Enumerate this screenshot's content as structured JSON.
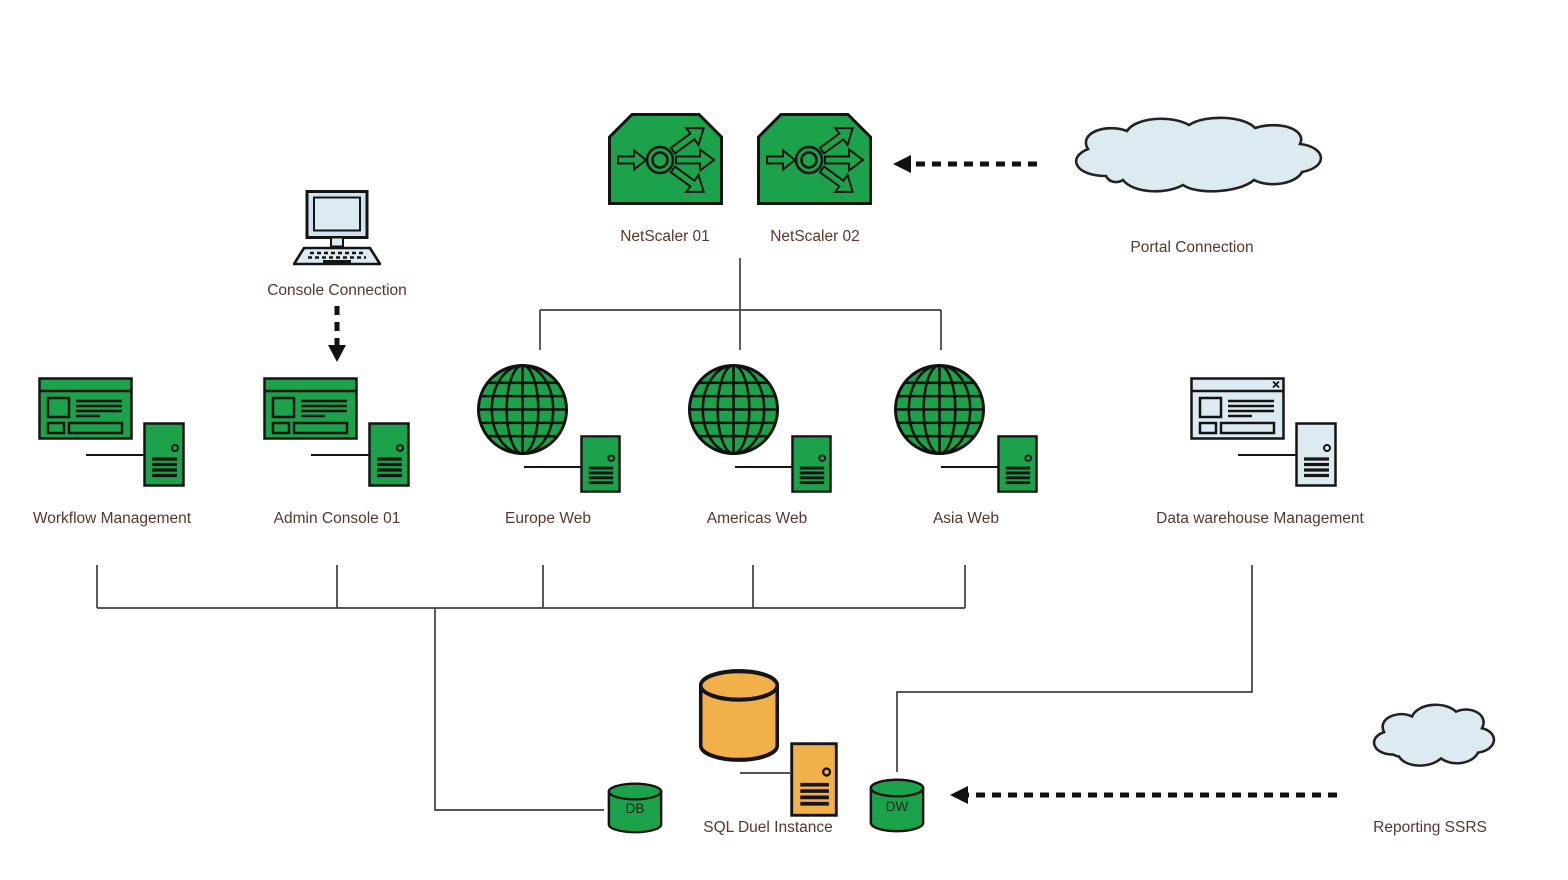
{
  "diagram": {
    "background": "#ffffff",
    "colors": {
      "node_green": "#1ba24a",
      "node_orange": "#f2b04a",
      "node_light_blue": "#dcebf2",
      "label_text": "#5a362b",
      "connector_line": "#3f3f3f",
      "dashed_arrow": "#111111"
    },
    "nodes": {
      "netscaler01": {
        "label": "NetScaler 01",
        "icon": "load-balancer-icon"
      },
      "netscaler02": {
        "label": "NetScaler 02",
        "icon": "load-balancer-icon"
      },
      "portal": {
        "label": "Portal Connection",
        "icon": "cloud-icon"
      },
      "console": {
        "label": "Console Connection",
        "icon": "workstation-icon"
      },
      "workflow": {
        "label": "Workflow Management",
        "icon": "app-window-server-icon"
      },
      "admin": {
        "label": "Admin Console 01",
        "icon": "app-window-server-icon"
      },
      "europe": {
        "label": "Europe Web",
        "icon": "globe-server-icon"
      },
      "americas": {
        "label": "Americas Web",
        "icon": "globe-server-icon"
      },
      "asia": {
        "label": "Asia Web",
        "icon": "globe-server-icon"
      },
      "dwm": {
        "label": "Data warehouse Management",
        "icon": "app-window-server-icon"
      },
      "sql": {
        "label": "SQL Duel Instance",
        "icon": "database-server-icon"
      },
      "db": {
        "label": "DB",
        "icon": "database-cylinder-icon"
      },
      "dw": {
        "label": "DW",
        "icon": "database-cylinder-icon"
      },
      "reporting": {
        "label": "Reporting SSRS",
        "icon": "cloud-icon"
      }
    }
  }
}
